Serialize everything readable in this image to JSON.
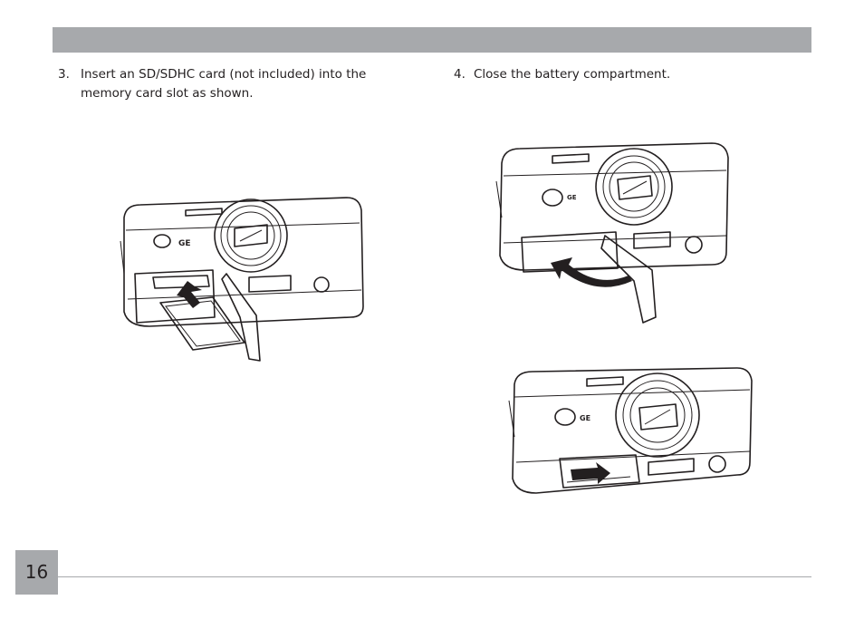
{
  "steps": [
    {
      "number": "3.",
      "text": "Insert an SD/SDHC card (not included) into the memory card slot as shown."
    },
    {
      "number": "4.",
      "text": "Close the battery compartment."
    }
  ],
  "brand_logo": "GE",
  "page_number": "16",
  "colors": {
    "bar": "#a7a9ac",
    "text": "#231f20",
    "card_fill": "#d9d9d9"
  },
  "icons": [
    "camera-insert-card-illustration",
    "camera-open-door-illustration",
    "camera-closed-door-illustration",
    "arrow-icon"
  ]
}
